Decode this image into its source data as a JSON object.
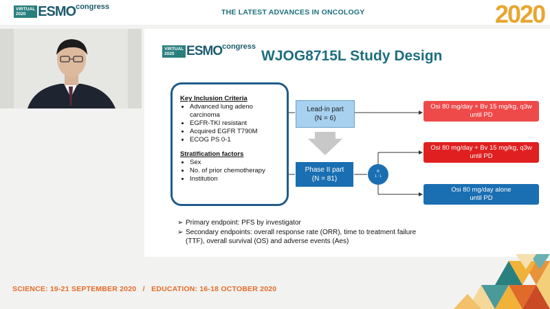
{
  "header": {
    "logo_virtual": "VIRTUAL",
    "logo_year_small": "2020",
    "logo_esmo": "ESMO",
    "logo_congress": "congress",
    "tagline": "THE LATEST ADVANCES IN ONCOLOGY",
    "year": "2020"
  },
  "slide": {
    "title": "WJOG8715L Study Design",
    "inclusion": {
      "heading": "Key Inclusion Criteria",
      "items": [
        "Advanced lung adeno carcinoma",
        "EGFR-TKI resistant",
        "Acquired EGFR T790M",
        "ECOG PS 0-1"
      ]
    },
    "stratification": {
      "heading": "Stratification factors",
      "items": [
        "Sex",
        "No. of prior chemotherapy",
        "Institution"
      ]
    },
    "leadin": {
      "line1": "Lead-in part",
      "line2": "(N = 6)"
    },
    "phase2": {
      "line1": "Phase II part",
      "line2": "(N = 81)"
    },
    "randomize": {
      "label": "R",
      "ratio": "1 : 1"
    },
    "arms": [
      {
        "line1": "Osi 80 mg/day + Bv 15 mg/kg, q3w",
        "line2": "until PD"
      },
      {
        "line1": "Osi 80 mg/day + Bv 15 mg/kg, q3w",
        "line2": "until PD"
      },
      {
        "line1": "Osi 80 mg/day alone",
        "line2": "until PD"
      }
    ],
    "endpoints": [
      "Primary endpoint: PFS by investigator",
      "Secondary endpoints: overall response rate (ORR), time to treatment failure (TTF), overall survival (OS) and adverse events (Aes)"
    ]
  },
  "footer": {
    "dates": "SCIENCE: 19-21 SEPTEMBER 2020   /   EDUCATION: 16-18 OCTOBER 2020"
  },
  "colors": {
    "accent_teal": "#1d6e7e",
    "footer_orange": "#e86a28",
    "arm_red": "#e02020",
    "arm_blue": "#1a6fb2"
  }
}
